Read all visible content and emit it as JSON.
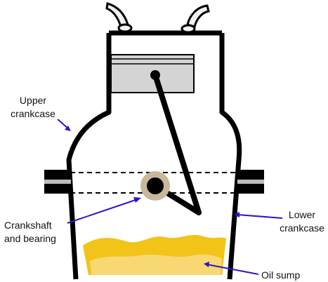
{
  "labels": {
    "upper_crankcase": [
      "Upper",
      "crankcase"
    ],
    "crankshaft_bearing": [
      "Crankshaft",
      "and bearing"
    ],
    "lower_crankcase": [
      "Lower",
      "crankcase"
    ],
    "oil_sump": "Oil sump"
  },
  "colors": {
    "outline": "#000000",
    "piston": "#d4d4d4",
    "bearing": "#c8b89a",
    "oil_dark": "#f2c417",
    "oil_light": "#f7d873",
    "arrow": "#2a16c9",
    "valve_fill": "#f2f2f2"
  }
}
